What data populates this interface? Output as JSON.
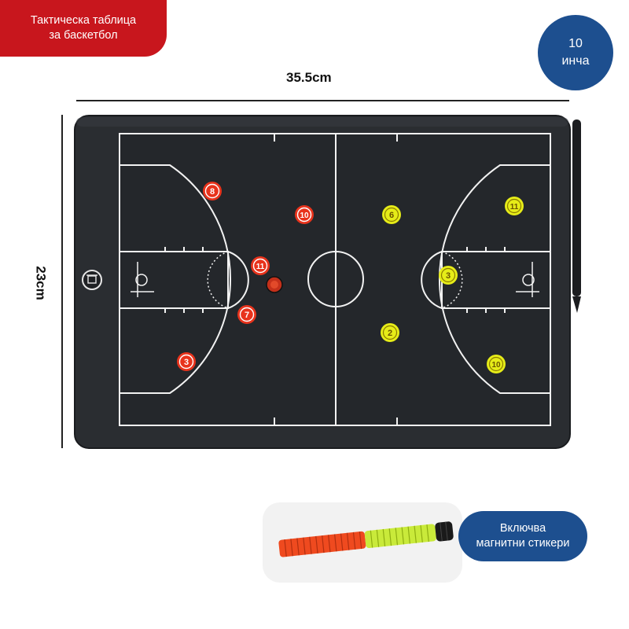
{
  "title_tag": {
    "line1": "Тактическа таблица",
    "line2": "за баскетбол"
  },
  "size_badge": {
    "line1": "10",
    "line2": "инча"
  },
  "dimensions": {
    "width": "35.5cm",
    "height": "23cm"
  },
  "includes_badge": {
    "line1": "Включва",
    "line2": "магнитни стикери"
  },
  "magnets": {
    "red": [
      "8",
      "10",
      "11",
      "7",
      "3"
    ],
    "yellow": [
      "6",
      "11",
      "3",
      "2",
      "10"
    ]
  },
  "colors": {
    "red_tag": "#c8161d",
    "blue_badge": "#1d4f8f",
    "board": "#2a2d31",
    "red_magnet": "#e8331c",
    "yellow_magnet": "#e6ec18"
  }
}
